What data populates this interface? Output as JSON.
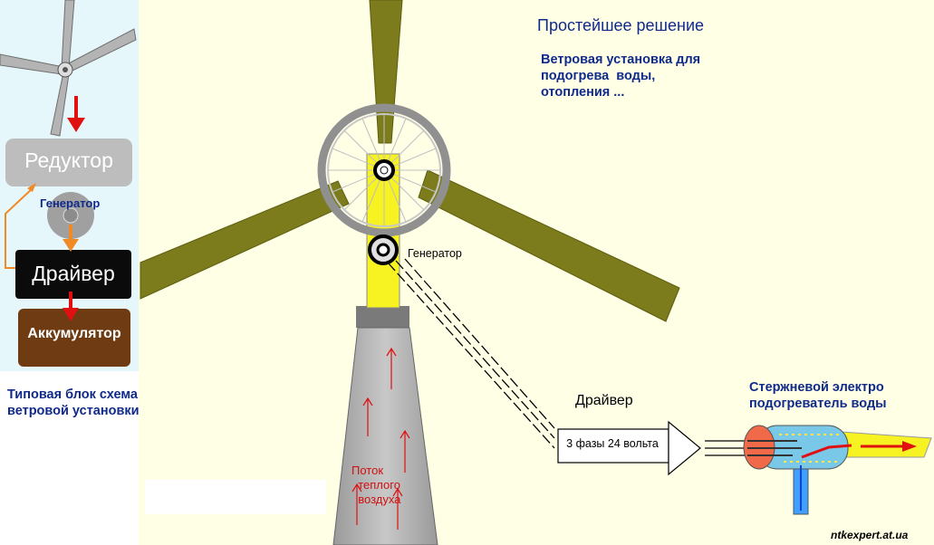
{
  "title": "Простейшее решение",
  "subtitle": "Ветровая установка для\nподогрева  воды,\nотопления ...",
  "block_diagram": {
    "reducer_label": "Редуктор",
    "generator_label": "Генератор",
    "driver_label": "Драйвер",
    "battery_label": "Аккумулятор",
    "caption": "Типовая блок схема\nветровой установки"
  },
  "turbine": {
    "generator_label": "Генератор",
    "driver_label": "Драйвер",
    "driver_box_label": "3 фазы 24 вольта",
    "heater_label": "Стержневой электро\nподогреватель воды",
    "airflow_label": "Поток\n  теплого\n  воздуха"
  },
  "site": "ntkexpert.at.ua",
  "colors": {
    "background": "#ffffe6",
    "left_panel": "#e6f7fc",
    "blade": "#7c7c1c",
    "mast": "#f7f222",
    "reducer": "#bdbdbd",
    "driver": "#0b0b0b",
    "battery": "#6e3b12",
    "arrow_red": "#e01010",
    "arrow_orange": "#f08a24",
    "text_blue": "#102a8a"
  }
}
